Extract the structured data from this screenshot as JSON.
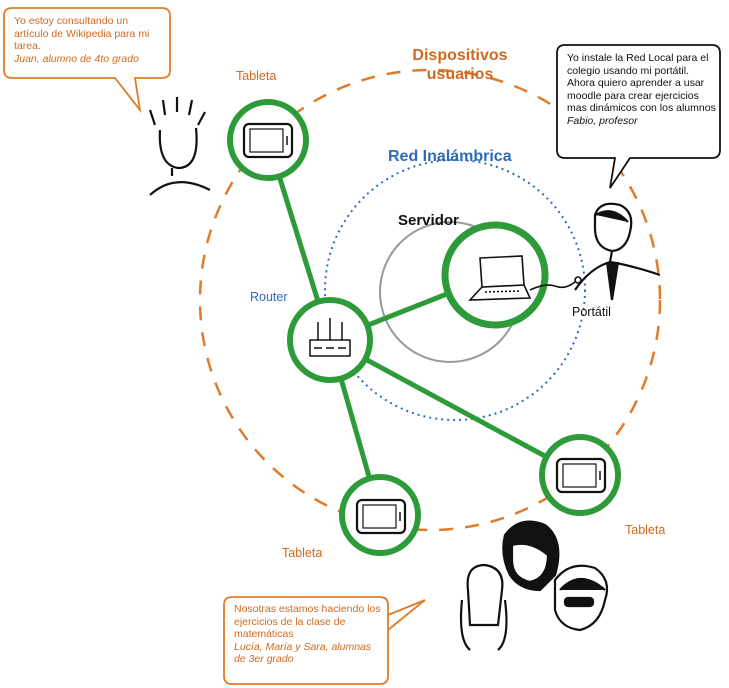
{
  "colors": {
    "orange": "#e07b2a",
    "green": "#2e9b3a",
    "blue": "#2e6db4",
    "black": "#111111"
  },
  "labels": {
    "users_zone": "Dispositivos usuarios",
    "wireless": "Red Inalámbrica",
    "server": "Servidor",
    "router": "Router",
    "laptop": "Portátil",
    "tablet_top": "Tableta",
    "tablet_bottom_left": "Tableta",
    "tablet_bottom_right": "Tableta"
  },
  "bubbles": {
    "juan": {
      "text": "Yo estoy consultando un artículo de Wikipedia para mi tarea.",
      "author": "Juan, alumno de 4to grado"
    },
    "fabio": {
      "text": "Yo instale la Red Local para el colegio usando mi portátil. Ahora quiero aprender a usar moodle para crear ejercicios mas dinámicos con los alumnos",
      "author": "Fabio, profesor"
    },
    "girls": {
      "text": "Nosotras estamos haciendo los ejercicios de la clase de matemáticas",
      "author": "Lucía, María y Sara, alumnas de 3er grado"
    }
  },
  "icons": [
    "tablet-icon",
    "router-icon",
    "laptop-icon",
    "person-icon"
  ]
}
